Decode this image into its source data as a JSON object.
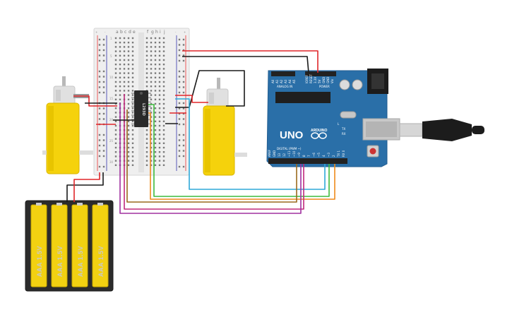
{
  "breadboard": {
    "columns_left": [
      "a",
      "b",
      "c",
      "d",
      "e"
    ],
    "columns_right": [
      "f",
      "g",
      "h",
      "i",
      "j"
    ],
    "rail_plus": "+",
    "rail_minus": "-",
    "row_numbers": [
      "1",
      "5",
      "10",
      "15",
      "20",
      "25",
      "30"
    ]
  },
  "driver_chip": {
    "label": "L293D"
  },
  "arduino": {
    "model_label": "UNO",
    "brand_label": "ARDUINO",
    "header_analog": "ANALOG IN",
    "header_power": "POWER",
    "header_digital": "DIGITAL (PWM ~)",
    "tx_label": "TX",
    "rx_label": "RX",
    "l_label": "L",
    "power_pins": [
      "IOREF",
      "RESET",
      "3.3V",
      "5V",
      "GND",
      "GND",
      "Vin"
    ],
    "analog_pins": [
      "A0",
      "A1",
      "A2",
      "A3",
      "A4",
      "A5"
    ],
    "digital_pins": [
      "AREF",
      "GND",
      "13",
      "12",
      "~11",
      "~10",
      "~9",
      "8",
      "7",
      "~6",
      "~5",
      "4",
      "~3",
      "2",
      "TX 1",
      "RX 0"
    ]
  },
  "battery_pack": {
    "cell_labels": [
      "AAA 1.5V",
      "AAA 1.5V",
      "AAA 1.5V",
      "AAA 1.5V"
    ]
  },
  "wire_colors": {
    "red": "#e0262a",
    "black": "#1a1a1a",
    "blue": "#2ea8d8",
    "green": "#3dbb3d",
    "orange": "#ee8a1c",
    "brown": "#9a6a1e",
    "purple": "#a0309f",
    "magenta": "#c0287c"
  },
  "colors": {
    "board_blue": "#2a6fa8",
    "motor_yellow": "#f5d20c",
    "breadboard_body": "#eeeeee",
    "battery_body": "#2b2b2b",
    "battery_cell": "#f2d111"
  }
}
